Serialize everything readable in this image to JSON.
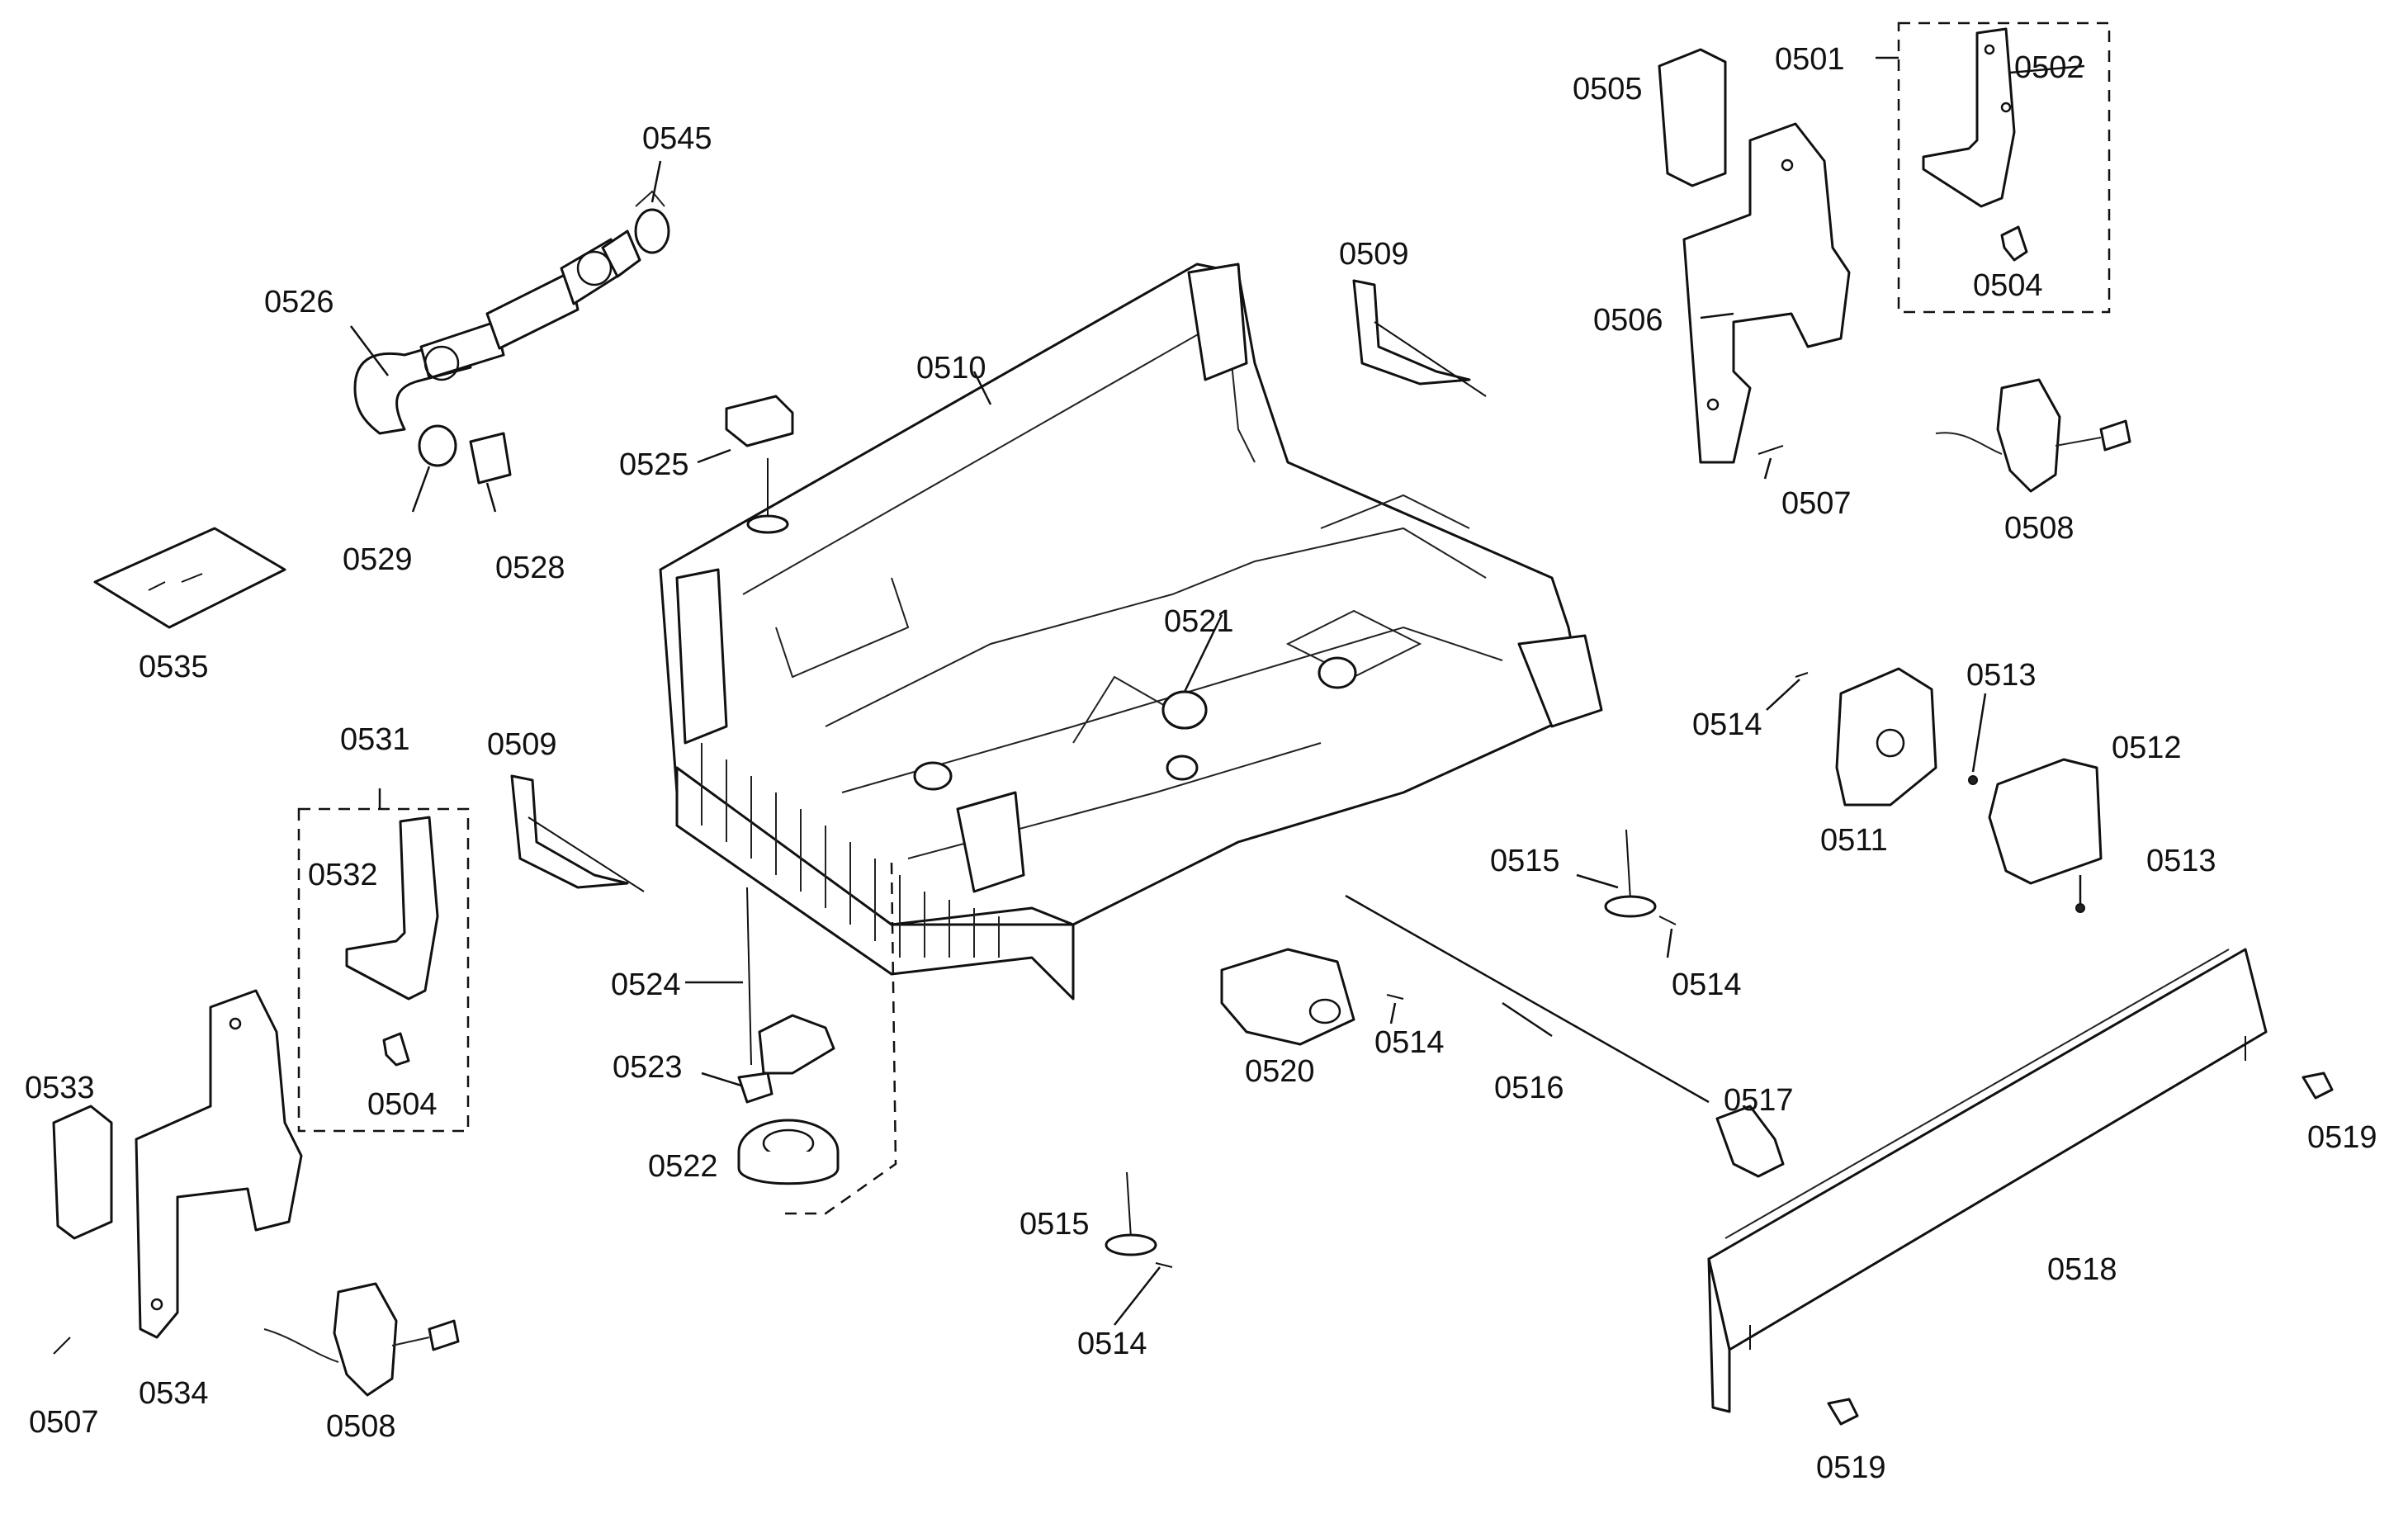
{
  "labels": {
    "p0501": "0501",
    "p0502": "0502",
    "p0504a": "0504",
    "p0504b": "0504",
    "p0505": "0505",
    "p0506": "0506",
    "p0507a": "0507",
    "p0507b": "0507",
    "p0508a": "0508",
    "p0508b": "0508",
    "p0509a": "0509",
    "p0509b": "0509",
    "p0510": "0510",
    "p0511": "0511",
    "p0512": "0512",
    "p0513a": "0513",
    "p0513b": "0513",
    "p0514a": "0514",
    "p0514b": "0514",
    "p0514c": "0514",
    "p0514d": "0514",
    "p0515a": "0515",
    "p0515b": "0515",
    "p0516": "0516",
    "p0517": "0517",
    "p0518": "0518",
    "p0519a": "0519",
    "p0519b": "0519",
    "p0520": "0520",
    "p0521": "0521",
    "p0522": "0522",
    "p0523": "0523",
    "p0524": "0524",
    "p0525": "0525",
    "p0526": "0526",
    "p0528": "0528",
    "p0529": "0529",
    "p0531": "0531",
    "p0532": "0532",
    "p0533": "0533",
    "p0534": "0534",
    "p0535": "0535",
    "p0545": "0545"
  }
}
